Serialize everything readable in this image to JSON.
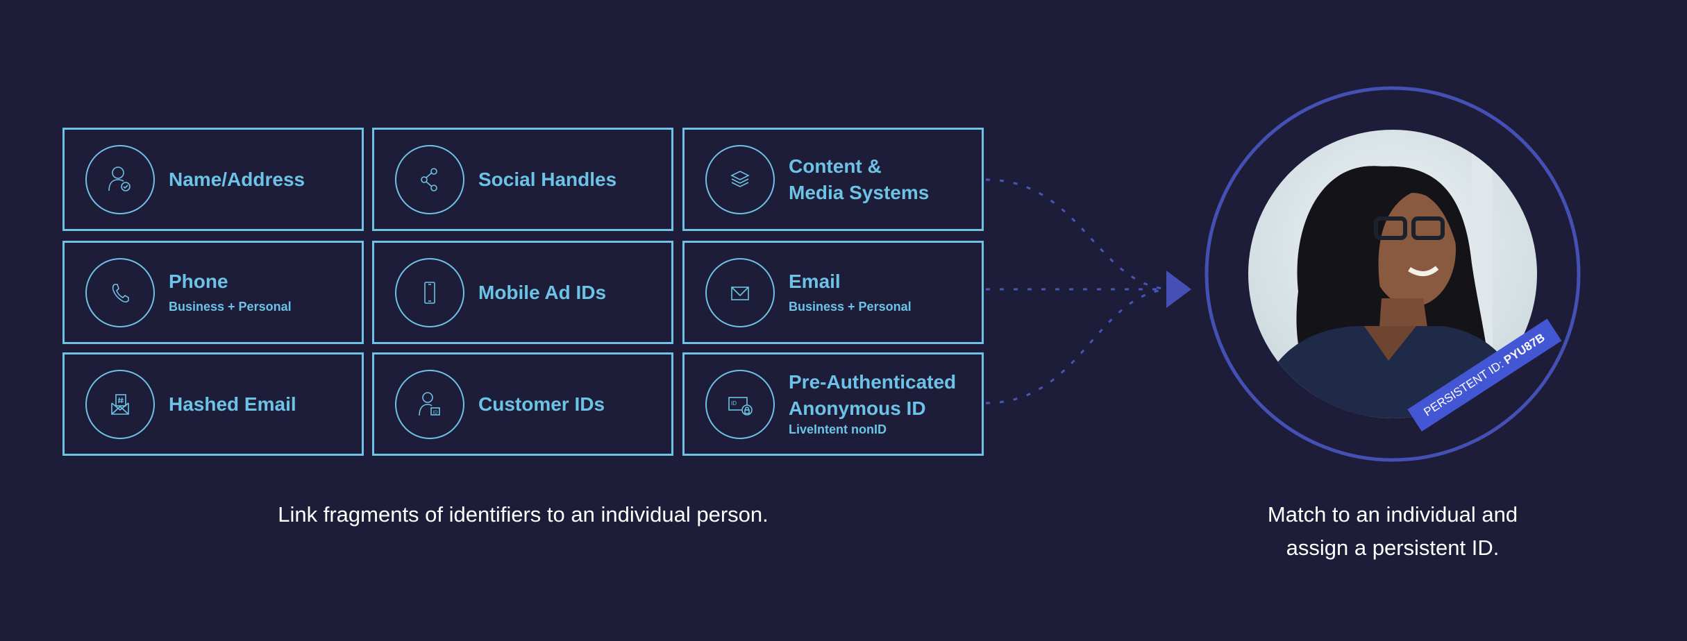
{
  "identifiers": [
    {
      "title": "Name/Address",
      "icon": "person-check-icon"
    },
    {
      "title": "Social Handles",
      "icon": "share-icon"
    },
    {
      "title": "Content &",
      "title2": "Media Systems",
      "icon": "layers-icon"
    },
    {
      "title": "Phone",
      "subtitle": "Business + Personal",
      "icon": "phone-icon"
    },
    {
      "title": "Mobile Ad IDs",
      "icon": "mobile-icon"
    },
    {
      "title": "Email",
      "subtitle": "Business + Personal",
      "icon": "envelope-icon"
    },
    {
      "title": "Hashed Email",
      "icon": "hashed-email-icon"
    },
    {
      "title": "Customer IDs",
      "icon": "person-id-icon"
    },
    {
      "title": "Pre-Authenticated",
      "title2": "Anonymous ID",
      "subtitle": "LiveIntent nonID",
      "icon": "id-lock-icon"
    }
  ],
  "left_caption": "Link fragments of identifiers to an individual person.",
  "right_caption": {
    "line1": "Match to an individual and",
    "line2": "assign a persistent ID."
  },
  "badge": {
    "label": "PERSISTENT ID:",
    "value": "PYU87B"
  },
  "colors": {
    "background": "#1e1d39",
    "accent": "#6ec3e4",
    "ring": "#4450b4",
    "badge": "#4356d4"
  }
}
